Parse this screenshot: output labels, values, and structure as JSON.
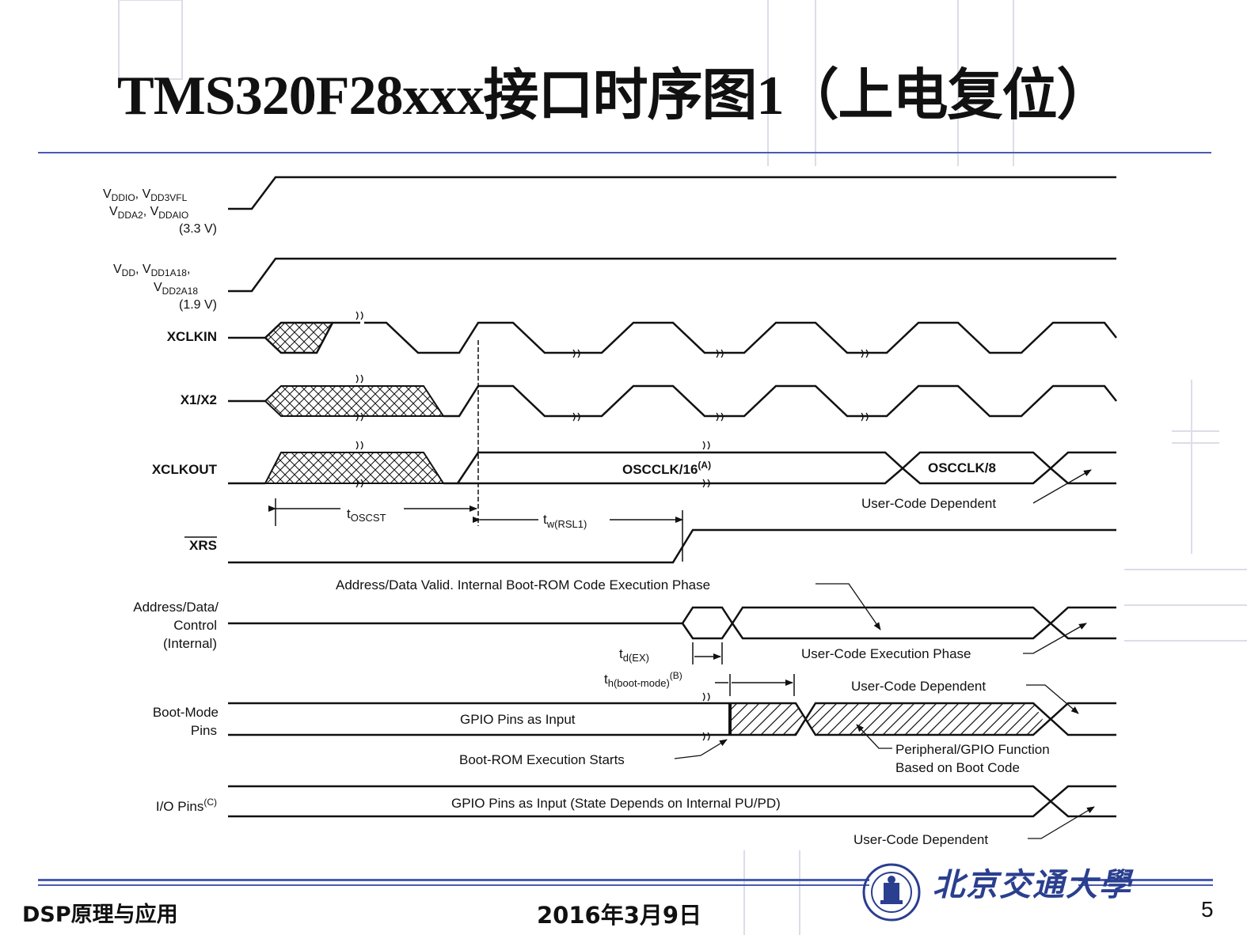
{
  "slide": {
    "title": "TMS320F28xxx接口时序图1（上电复位）",
    "course": "DSP原理与应用",
    "date": "2016年3月9日",
    "page_number": "5",
    "university": "北京交通大學"
  },
  "colors": {
    "rule_blue": "#4a5bb0",
    "signal": "#111111",
    "seal_blue": "#2a3f8f",
    "bg_ghost": "#dcdde8"
  },
  "signals": {
    "vddio": {
      "l1_main": "V",
      "l1_sub1": "DDIO",
      "l1_mid": ", V",
      "l1_sub2": "DD3VFL",
      "l2_main": "V",
      "l2_sub1": "DDA2",
      "l2_mid": ", V",
      "l2_sub2": "DDAIO",
      "l3": "(3.3 V)"
    },
    "vdd": {
      "l1_main": "V",
      "l1_sub1": "DD",
      "l1_mid": ", V",
      "l1_sub2": "DD1A18",
      "l1_tail": ",",
      "l2_main": "V",
      "l2_sub": "DD2A18",
      "l3": "(1.9 V)"
    },
    "xclkin": "XCLKIN",
    "x1x2": "X1/X2",
    "xclkout": "XCLKOUT",
    "xrs": "XRS",
    "addr": {
      "l1": "Address/Data/",
      "l2": "Control",
      "l3": "(Internal)"
    },
    "boot": {
      "l1": "Boot-Mode",
      "l2": "Pins"
    },
    "io": {
      "main": "I/O Pins",
      "sup": "(C)"
    }
  },
  "annotations": {
    "osc16_main": "OSCCLK/16",
    "osc16_sup": "(A)",
    "osc8": "OSCCLK/8",
    "user_dep1": "User-Code Dependent",
    "toscst_main": "t",
    "toscst_sub": "OSCST",
    "twrsl_main": "t",
    "twrsl_sub": "w(RSL1)",
    "addr_valid": "Address/Data Valid. Internal Boot-ROM Code Execution Phase",
    "td_main": "t",
    "td_sub": "d(EX)",
    "user_exec": "User-Code Execution Phase",
    "th_main": "t",
    "th_sub": "h(boot-mode)",
    "th_sup": "(B)",
    "user_dep2": "User-Code Dependent",
    "gpio_in": "GPIO Pins as Input",
    "boot_starts": "Boot-ROM Execution Starts",
    "periph_l1": "Peripheral/GPIO Function",
    "periph_l2": "Based on Boot Code",
    "gpio_io": "GPIO Pins as Input (State Depends on Internal PU/PD)",
    "user_dep3": "User-Code Dependent"
  }
}
